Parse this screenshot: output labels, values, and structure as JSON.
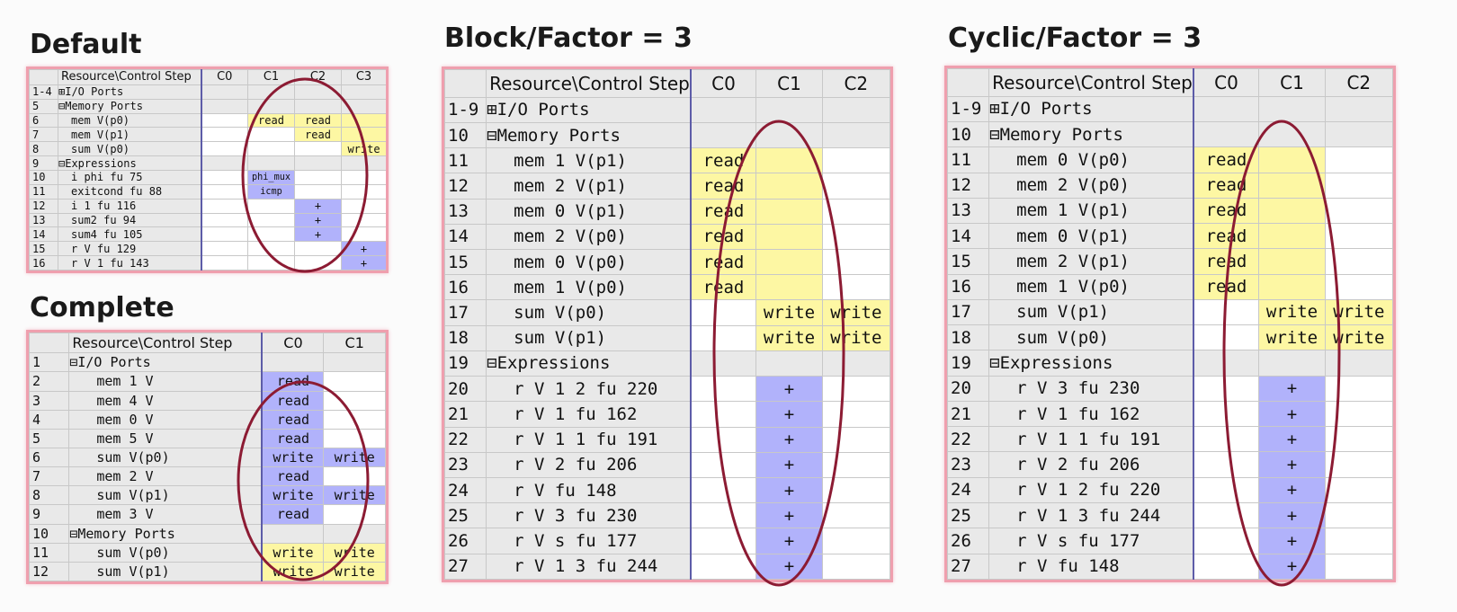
{
  "colors": {
    "read_write": "#fdf7a3",
    "op": "#b1b2fb",
    "ellipse": "#8c1b33",
    "panel_border": "#ef9fae"
  },
  "panels": {
    "default": {
      "title": "Default",
      "header": [
        "Resource\\Control Step",
        "C0",
        "C1",
        "C2",
        "C3"
      ],
      "rows": [
        {
          "n": "1-4",
          "name": "⊞I/O Ports",
          "sec": true,
          "cells": [
            "",
            "",
            "",
            ""
          ],
          "colors": [
            "",
            "",
            "",
            ""
          ]
        },
        {
          "n": "5",
          "name": "⊟Memory Ports",
          "sec": true,
          "cells": [
            "",
            "",
            "",
            ""
          ],
          "colors": [
            "",
            "",
            "",
            ""
          ]
        },
        {
          "n": "6",
          "name": "mem V(p0)",
          "cells": [
            "",
            "read",
            "read",
            ""
          ],
          "colors": [
            "",
            "y",
            "y",
            "y"
          ]
        },
        {
          "n": "7",
          "name": "mem V(p1)",
          "cells": [
            "",
            "",
            "read",
            ""
          ],
          "colors": [
            "",
            "",
            "y",
            "y"
          ]
        },
        {
          "n": "8",
          "name": "sum V(p0)",
          "cells": [
            "",
            "",
            "",
            "write"
          ],
          "colors": [
            "",
            "",
            "",
            "y"
          ]
        },
        {
          "n": "9",
          "name": "⊟Expressions",
          "sec": true,
          "cells": [
            "",
            "",
            "",
            ""
          ],
          "colors": [
            "",
            "",
            "",
            ""
          ]
        },
        {
          "n": "10",
          "name": "i phi fu 75",
          "cells": [
            "",
            "phi_mux",
            "",
            ""
          ],
          "colors": [
            "",
            "b",
            "",
            ""
          ]
        },
        {
          "n": "11",
          "name": "exitcond fu 88",
          "cells": [
            "",
            "icmp",
            "",
            ""
          ],
          "colors": [
            "",
            "b",
            "",
            ""
          ]
        },
        {
          "n": "12",
          "name": "i 1 fu 116",
          "cells": [
            "",
            "",
            "+",
            ""
          ],
          "colors": [
            "",
            "",
            "b",
            ""
          ]
        },
        {
          "n": "13",
          "name": "sum2 fu 94",
          "cells": [
            "",
            "",
            "+",
            ""
          ],
          "colors": [
            "",
            "",
            "b",
            ""
          ]
        },
        {
          "n": "14",
          "name": "sum4 fu 105",
          "cells": [
            "",
            "",
            "+",
            ""
          ],
          "colors": [
            "",
            "",
            "b",
            ""
          ]
        },
        {
          "n": "15",
          "name": "r V fu 129",
          "cells": [
            "",
            "",
            "",
            "+"
          ],
          "colors": [
            "",
            "",
            "",
            "b"
          ]
        },
        {
          "n": "16",
          "name": "r V 1 fu 143",
          "cells": [
            "",
            "",
            "",
            "+"
          ],
          "colors": [
            "",
            "",
            "",
            "b"
          ]
        }
      ]
    },
    "complete": {
      "title": "Complete",
      "header": [
        "Resource\\Control Step",
        "C0",
        "C1"
      ],
      "rows": [
        {
          "n": "1",
          "name": "⊟I/O Ports",
          "sec": true,
          "cells": [
            "",
            ""
          ],
          "colors": [
            "",
            ""
          ]
        },
        {
          "n": "2",
          "name": "mem 1 V",
          "cells": [
            "read",
            ""
          ],
          "colors": [
            "b",
            ""
          ]
        },
        {
          "n": "3",
          "name": "mem 4 V",
          "cells": [
            "read",
            ""
          ],
          "colors": [
            "b",
            ""
          ]
        },
        {
          "n": "4",
          "name": "mem 0 V",
          "cells": [
            "read",
            ""
          ],
          "colors": [
            "b",
            ""
          ]
        },
        {
          "n": "5",
          "name": "mem 5 V",
          "cells": [
            "read",
            ""
          ],
          "colors": [
            "b",
            ""
          ]
        },
        {
          "n": "6",
          "name": "sum V(p0)",
          "cells": [
            "write",
            "write"
          ],
          "colors": [
            "b",
            "b"
          ]
        },
        {
          "n": "7",
          "name": "mem 2 V",
          "cells": [
            "read",
            ""
          ],
          "colors": [
            "b",
            ""
          ]
        },
        {
          "n": "8",
          "name": "sum V(p1)",
          "cells": [
            "write",
            "write"
          ],
          "colors": [
            "b",
            "b"
          ]
        },
        {
          "n": "9",
          "name": "mem 3 V",
          "cells": [
            "read",
            ""
          ],
          "colors": [
            "b",
            ""
          ]
        },
        {
          "n": "10",
          "name": "⊟Memory Ports",
          "sec": true,
          "cells": [
            "",
            ""
          ],
          "colors": [
            "",
            ""
          ]
        },
        {
          "n": "11",
          "name": "sum V(p0)",
          "cells": [
            "write",
            "write"
          ],
          "colors": [
            "y",
            "y"
          ]
        },
        {
          "n": "12",
          "name": "sum V(p1)",
          "cells": [
            "write",
            "write"
          ],
          "colors": [
            "y",
            "y"
          ]
        }
      ]
    },
    "block": {
      "title": "Block/Factor = 3",
      "header": [
        "Resource\\Control Step",
        "C0",
        "C1",
        "C2"
      ],
      "rows": [
        {
          "n": "1-9",
          "name": "⊞I/O Ports",
          "sec": true,
          "cells": [
            "",
            "",
            ""
          ],
          "colors": [
            "",
            "",
            ""
          ]
        },
        {
          "n": "10",
          "name": "⊟Memory Ports",
          "sec": true,
          "cells": [
            "",
            "",
            ""
          ],
          "colors": [
            "",
            "",
            ""
          ]
        },
        {
          "n": "11",
          "name": "mem 1 V(p1)",
          "cells": [
            "read",
            "",
            ""
          ],
          "colors": [
            "y",
            "y",
            ""
          ]
        },
        {
          "n": "12",
          "name": "mem 2 V(p1)",
          "cells": [
            "read",
            "",
            ""
          ],
          "colors": [
            "y",
            "y",
            ""
          ]
        },
        {
          "n": "13",
          "name": "mem 0 V(p1)",
          "cells": [
            "read",
            "",
            ""
          ],
          "colors": [
            "y",
            "y",
            ""
          ]
        },
        {
          "n": "14",
          "name": "mem 2 V(p0)",
          "cells": [
            "read",
            "",
            ""
          ],
          "colors": [
            "y",
            "y",
            ""
          ]
        },
        {
          "n": "15",
          "name": "mem 0 V(p0)",
          "cells": [
            "read",
            "",
            ""
          ],
          "colors": [
            "y",
            "y",
            ""
          ]
        },
        {
          "n": "16",
          "name": "mem 1 V(p0)",
          "cells": [
            "read",
            "",
            ""
          ],
          "colors": [
            "y",
            "y",
            ""
          ]
        },
        {
          "n": "17",
          "name": "sum V(p0)",
          "cells": [
            "",
            "write",
            "write"
          ],
          "colors": [
            "",
            "y",
            "y"
          ]
        },
        {
          "n": "18",
          "name": "sum V(p1)",
          "cells": [
            "",
            "write",
            "write"
          ],
          "colors": [
            "",
            "y",
            "y"
          ]
        },
        {
          "n": "19",
          "name": "⊟Expressions",
          "sec": true,
          "cells": [
            "",
            "",
            ""
          ],
          "colors": [
            "",
            "",
            ""
          ]
        },
        {
          "n": "20",
          "name": "r V 1 2 fu 220",
          "cells": [
            "",
            "+",
            ""
          ],
          "colors": [
            "",
            "b",
            ""
          ]
        },
        {
          "n": "21",
          "name": "r V 1 fu 162",
          "cells": [
            "",
            "+",
            ""
          ],
          "colors": [
            "",
            "b",
            ""
          ]
        },
        {
          "n": "22",
          "name": "r V 1 1 fu 191",
          "cells": [
            "",
            "+",
            ""
          ],
          "colors": [
            "",
            "b",
            ""
          ]
        },
        {
          "n": "23",
          "name": "r V 2 fu 206",
          "cells": [
            "",
            "+",
            ""
          ],
          "colors": [
            "",
            "b",
            ""
          ]
        },
        {
          "n": "24",
          "name": "r V fu 148",
          "cells": [
            "",
            "+",
            ""
          ],
          "colors": [
            "",
            "b",
            ""
          ]
        },
        {
          "n": "25",
          "name": "r V 3 fu 230",
          "cells": [
            "",
            "+",
            ""
          ],
          "colors": [
            "",
            "b",
            ""
          ]
        },
        {
          "n": "26",
          "name": "r V s fu 177",
          "cells": [
            "",
            "+",
            ""
          ],
          "colors": [
            "",
            "b",
            ""
          ]
        },
        {
          "n": "27",
          "name": "r V 1 3 fu 244",
          "cells": [
            "",
            "+",
            ""
          ],
          "colors": [
            "",
            "b",
            ""
          ]
        }
      ]
    },
    "cyclic": {
      "title": "Cyclic/Factor = 3",
      "header": [
        "Resource\\Control Step",
        "C0",
        "C1",
        "C2"
      ],
      "rows": [
        {
          "n": "1-9",
          "name": "⊞I/O Ports",
          "sec": true,
          "cells": [
            "",
            "",
            ""
          ],
          "colors": [
            "",
            "",
            ""
          ]
        },
        {
          "n": "10",
          "name": "⊟Memory Ports",
          "sec": true,
          "cells": [
            "",
            "",
            ""
          ],
          "colors": [
            "",
            "",
            ""
          ]
        },
        {
          "n": "11",
          "name": "mem 0 V(p0)",
          "cells": [
            "read",
            "",
            ""
          ],
          "colors": [
            "y",
            "y",
            ""
          ]
        },
        {
          "n": "12",
          "name": "mem 2 V(p0)",
          "cells": [
            "read",
            "",
            ""
          ],
          "colors": [
            "y",
            "y",
            ""
          ]
        },
        {
          "n": "13",
          "name": "mem 1 V(p1)",
          "cells": [
            "read",
            "",
            ""
          ],
          "colors": [
            "y",
            "y",
            ""
          ]
        },
        {
          "n": "14",
          "name": "mem 0 V(p1)",
          "cells": [
            "read",
            "",
            ""
          ],
          "colors": [
            "y",
            "y",
            ""
          ]
        },
        {
          "n": "15",
          "name": "mem 2 V(p1)",
          "cells": [
            "read",
            "",
            ""
          ],
          "colors": [
            "y",
            "y",
            ""
          ]
        },
        {
          "n": "16",
          "name": "mem 1 V(p0)",
          "cells": [
            "read",
            "",
            ""
          ],
          "colors": [
            "y",
            "y",
            ""
          ]
        },
        {
          "n": "17",
          "name": "sum V(p1)",
          "cells": [
            "",
            "write",
            "write"
          ],
          "colors": [
            "",
            "y",
            "y"
          ]
        },
        {
          "n": "18",
          "name": "sum V(p0)",
          "cells": [
            "",
            "write",
            "write"
          ],
          "colors": [
            "",
            "y",
            "y"
          ]
        },
        {
          "n": "19",
          "name": "⊟Expressions",
          "sec": true,
          "cells": [
            "",
            "",
            ""
          ],
          "colors": [
            "",
            "",
            ""
          ]
        },
        {
          "n": "20",
          "name": "r V 3 fu 230",
          "cells": [
            "",
            "+",
            ""
          ],
          "colors": [
            "",
            "b",
            ""
          ]
        },
        {
          "n": "21",
          "name": "r V 1 fu 162",
          "cells": [
            "",
            "+",
            ""
          ],
          "colors": [
            "",
            "b",
            ""
          ]
        },
        {
          "n": "22",
          "name": "r V 1 1 fu 191",
          "cells": [
            "",
            "+",
            ""
          ],
          "colors": [
            "",
            "b",
            ""
          ]
        },
        {
          "n": "23",
          "name": "r V 2 fu 206",
          "cells": [
            "",
            "+",
            ""
          ],
          "colors": [
            "",
            "b",
            ""
          ]
        },
        {
          "n": "24",
          "name": "r V 1 2 fu 220",
          "cells": [
            "",
            "+",
            ""
          ],
          "colors": [
            "",
            "b",
            ""
          ]
        },
        {
          "n": "25",
          "name": "r V 1 3 fu 244",
          "cells": [
            "",
            "+",
            ""
          ],
          "colors": [
            "",
            "b",
            ""
          ]
        },
        {
          "n": "26",
          "name": "r V s fu 177",
          "cells": [
            "",
            "+",
            ""
          ],
          "colors": [
            "",
            "b",
            ""
          ]
        },
        {
          "n": "27",
          "name": "r V fu 148",
          "cells": [
            "",
            "+",
            ""
          ],
          "colors": [
            "",
            "b",
            ""
          ]
        }
      ]
    }
  }
}
